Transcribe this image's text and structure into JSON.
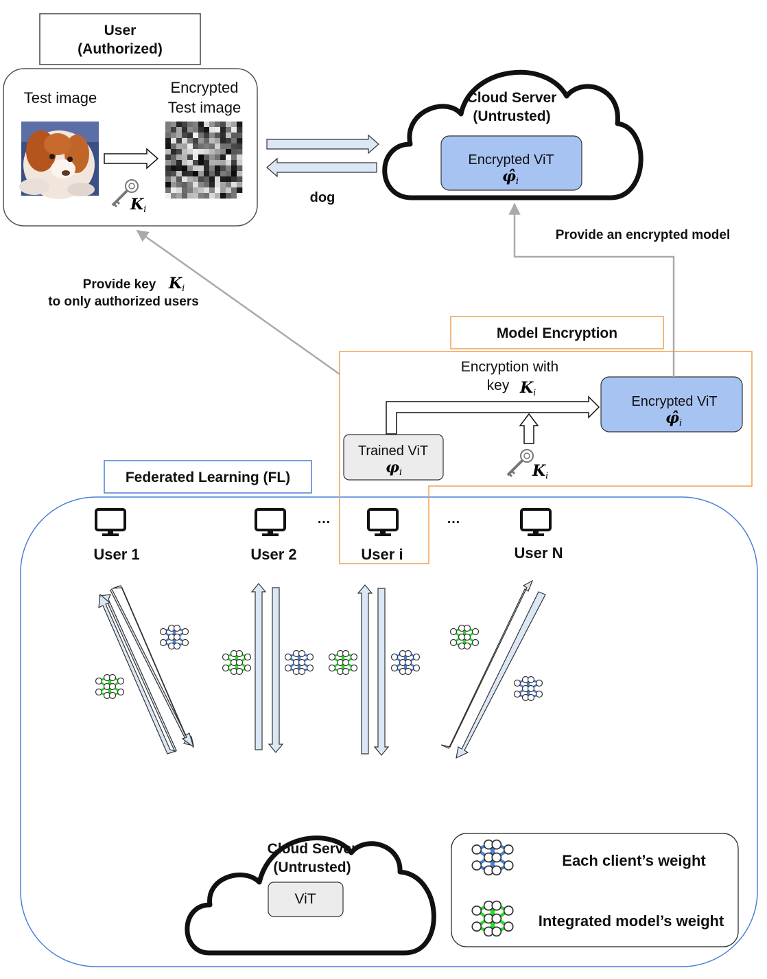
{
  "user_authorized": {
    "title_line1": "User",
    "title_line2": "(Authorized)",
    "test_image_label": "Test image",
    "encrypted_label_line1": "Encrypted",
    "encrypted_label_line2": "Test image",
    "key_symbol": "K",
    "key_subscript": "i"
  },
  "inference": {
    "result_label": "dog"
  },
  "cloud_server_top": {
    "title_line1": "Cloud Server",
    "title_line2": "(Untrusted)",
    "model_label": "Encrypted ViT",
    "model_symbol": "φ̂",
    "model_subscript": "i"
  },
  "provide_model_label": "Provide an encrypted model",
  "provide_key": {
    "line1": "Provide key",
    "key_symbol": "K",
    "key_subscript": "i",
    "line2": "to only authorized users"
  },
  "model_encryption": {
    "title": "Model Encryption",
    "encryption_label_line1": "Encryption with",
    "encryption_label_line2": "key",
    "key_symbol": "K",
    "key_subscript": "i",
    "trained_label": "Trained ViT",
    "trained_symbol": "φ",
    "trained_subscript": "i",
    "encrypted_label": "Encrypted ViT",
    "encrypted_symbol": "φ̂",
    "encrypted_subscript": "i",
    "key2_symbol": "K",
    "key2_subscript": "i"
  },
  "federated_learning": {
    "title": "Federated Learning (FL)",
    "users": [
      "User 1",
      "User 2",
      "User i",
      "User N"
    ],
    "ellipsis": "…"
  },
  "cloud_server_bottom": {
    "title_line1": "Cloud Server",
    "title_line2": "(Untrusted)",
    "model_label": "ViT"
  },
  "legend": {
    "client_weight": "Each client’s weight",
    "integrated_weight": "Integrated model’s weight"
  },
  "colors": {
    "client_weight": "#4a7fd9",
    "integrated_weight": "#22dd22",
    "arrow_fill": "#dbe7f4",
    "encrypted_box": "#a7c3f2",
    "plain_box": "#ececec",
    "orange_border": "#f0a050",
    "fl_border": "#4a7fd9"
  }
}
